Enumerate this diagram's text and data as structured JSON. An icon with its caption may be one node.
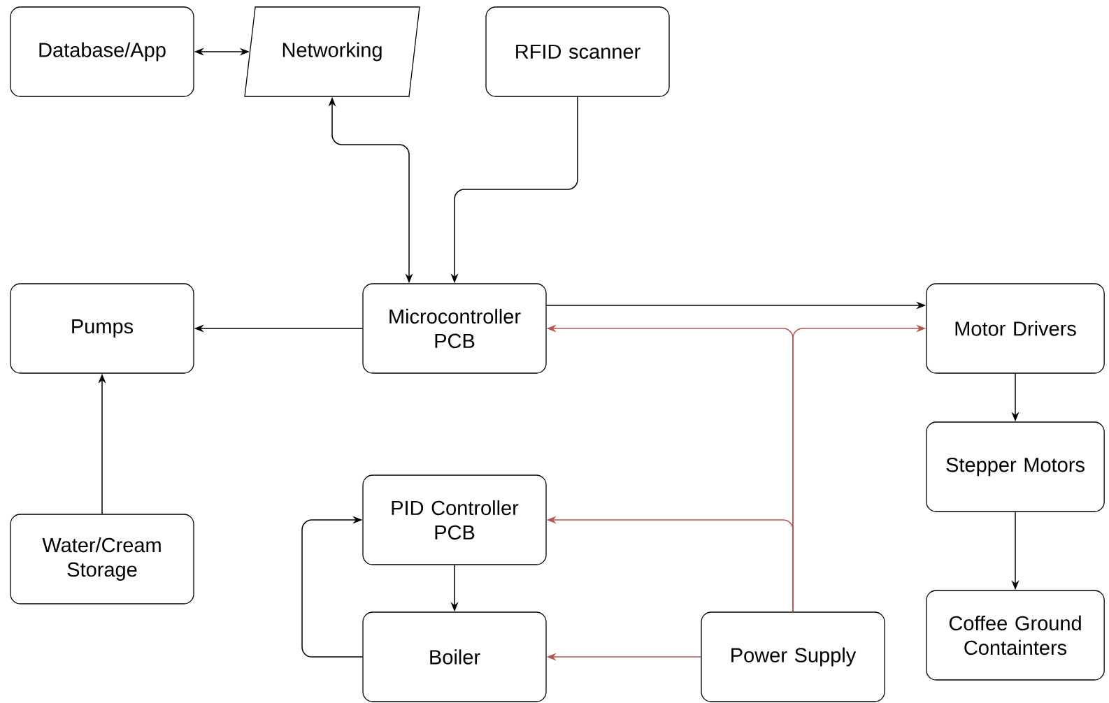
{
  "diagram": {
    "nodes": [
      {
        "text": [
          "Database/App"
        ]
      },
      {
        "text": [
          "Networking"
        ]
      },
      {
        "text": [
          "RFID scanner"
        ]
      },
      {
        "text": [
          "Pumps"
        ]
      },
      {
        "text": [
          "Microcontroller PCB"
        ]
      },
      {
        "text": [
          "Motor Drivers"
        ]
      },
      {
        "text": [
          "Stepper Motors"
        ]
      },
      {
        "text": [
          "Water/Cream Storage"
        ]
      },
      {
        "text": [
          "PID Controller PCB"
        ]
      },
      {
        "text": [
          "Coffee Ground Containters"
        ]
      },
      {
        "text": [
          "Boiler"
        ]
      },
      {
        "text": [
          "Power Supply"
        ]
      }
    ],
    "edges": [
      {
        "from": 0,
        "to": 1,
        "arrow": "both"
      },
      {
        "from": 4,
        "to": 1,
        "arrow": "both"
      },
      {
        "from": 2,
        "to": 4,
        "arrow": "to"
      },
      {
        "from": 4,
        "to": 5,
        "arrow": "to"
      },
      {
        "from": 4,
        "to": 3,
        "arrow": "to"
      },
      {
        "from": 7,
        "to": 3,
        "arrow": "to"
      },
      {
        "from": 11,
        "to": 4,
        "arrow": "to",
        "color": "#b85450"
      },
      {
        "from": 11,
        "to": 5,
        "arrow": "to",
        "color": "#b85450"
      },
      {
        "from": 11,
        "to": 8,
        "arrow": "to",
        "color": "#b85450"
      },
      {
        "from": 11,
        "to": 10,
        "arrow": "to",
        "color": "#b85450"
      },
      {
        "from": 8,
        "to": 10,
        "arrow": "to"
      },
      {
        "from": 10,
        "to": 8,
        "arrow": "to"
      },
      {
        "from": 5,
        "to": 6,
        "arrow": "to"
      },
      {
        "from": 6,
        "to": 9,
        "arrow": "to"
      }
    ]
  }
}
